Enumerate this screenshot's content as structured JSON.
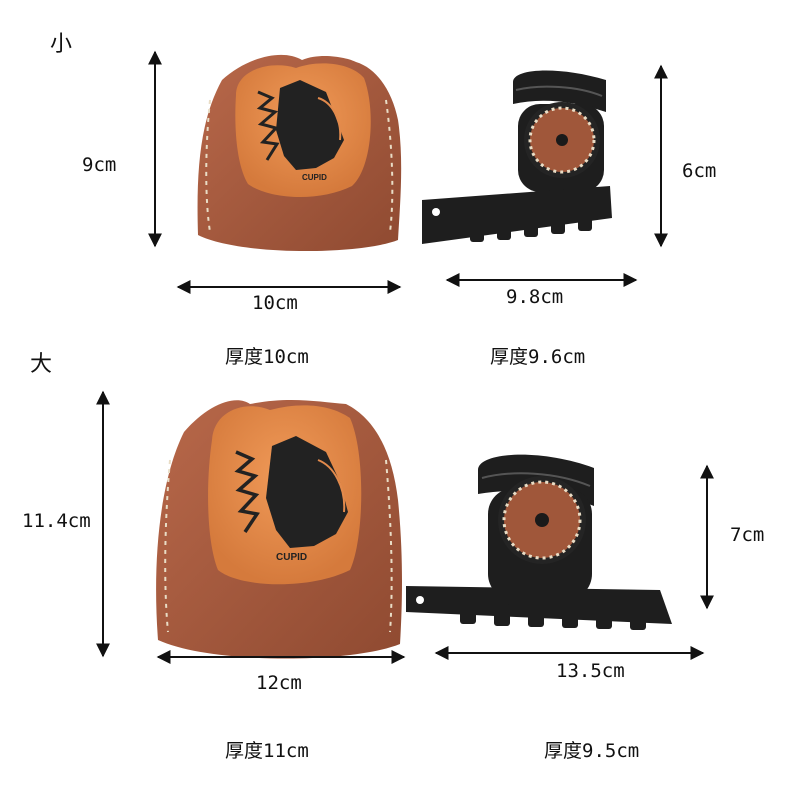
{
  "small": {
    "section_label": "小",
    "bag_height": "9cm",
    "bag_width": "10cm",
    "bag_thickness": "厚度10cm",
    "holder_height": "6cm",
    "holder_width": "9.8cm",
    "holder_thickness": "厚度9.6cm"
  },
  "large": {
    "section_label": "大",
    "bag_height": "11.4cm",
    "bag_width": "12cm",
    "bag_thickness": "厚度11cm",
    "holder_height": "7cm",
    "holder_width": "13.5cm",
    "holder_thickness": "厚度9.5cm"
  },
  "logo_text": "CUPID",
  "colors": {
    "leather_brown": "#a0573a",
    "leather_orange": "#e28a4c",
    "stitch": "#e9ddc6",
    "plastic_black": "#1e1e1e",
    "arrow": "#111111"
  }
}
